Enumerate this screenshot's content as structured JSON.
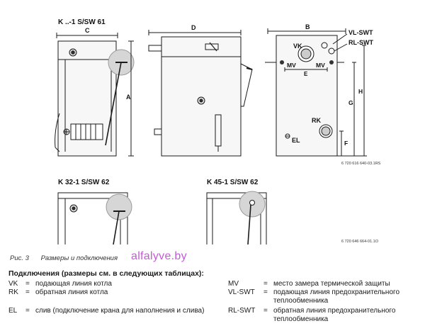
{
  "diagram": {
    "views": {
      "top_left_title": "K ..-1 S/SW 61",
      "bottom_left_title": "K 32-1 S/SW 62",
      "bottom_mid_title": "K 45-1 S/SW 62"
    },
    "dimensions": {
      "C": "C",
      "D": "D",
      "B": "B",
      "A": "A",
      "E": "E",
      "F": "F",
      "G": "G",
      "H": "H"
    },
    "labels": {
      "vk": "VK",
      "mv_left": "MV",
      "mv_right": "MV",
      "rk": "RK",
      "el": "EL",
      "vl_swt": "VL-SWT",
      "rl_swt": "RL-SWT"
    },
    "codes": {
      "top": "6 720 616 640-03.1RS",
      "bottom": "6 720 646 664-01.1O"
    }
  },
  "caption": {
    "number": "Рис. 3",
    "text": "Размеры и подключения"
  },
  "watermark": "alfalyve.by",
  "legend": {
    "title": "Подключения (размеры см. в следующих таблицах):",
    "left": [
      {
        "code": "VK",
        "desc": "подающая линия котла"
      },
      {
        "code": "RK",
        "desc": "обратная линия котла"
      },
      {
        "code": "EL",
        "desc": "слив (подключение крана для наполнения и слива)"
      }
    ],
    "right": [
      {
        "code": "MV",
        "desc": "место замера термической защиты"
      },
      {
        "code": "VL-SWT",
        "desc": "подающая линия предохранительного теплообменника"
      },
      {
        "code": "RL-SWT",
        "desc": "обратная линия предохранительного теплообменника"
      }
    ],
    "eq": "="
  }
}
